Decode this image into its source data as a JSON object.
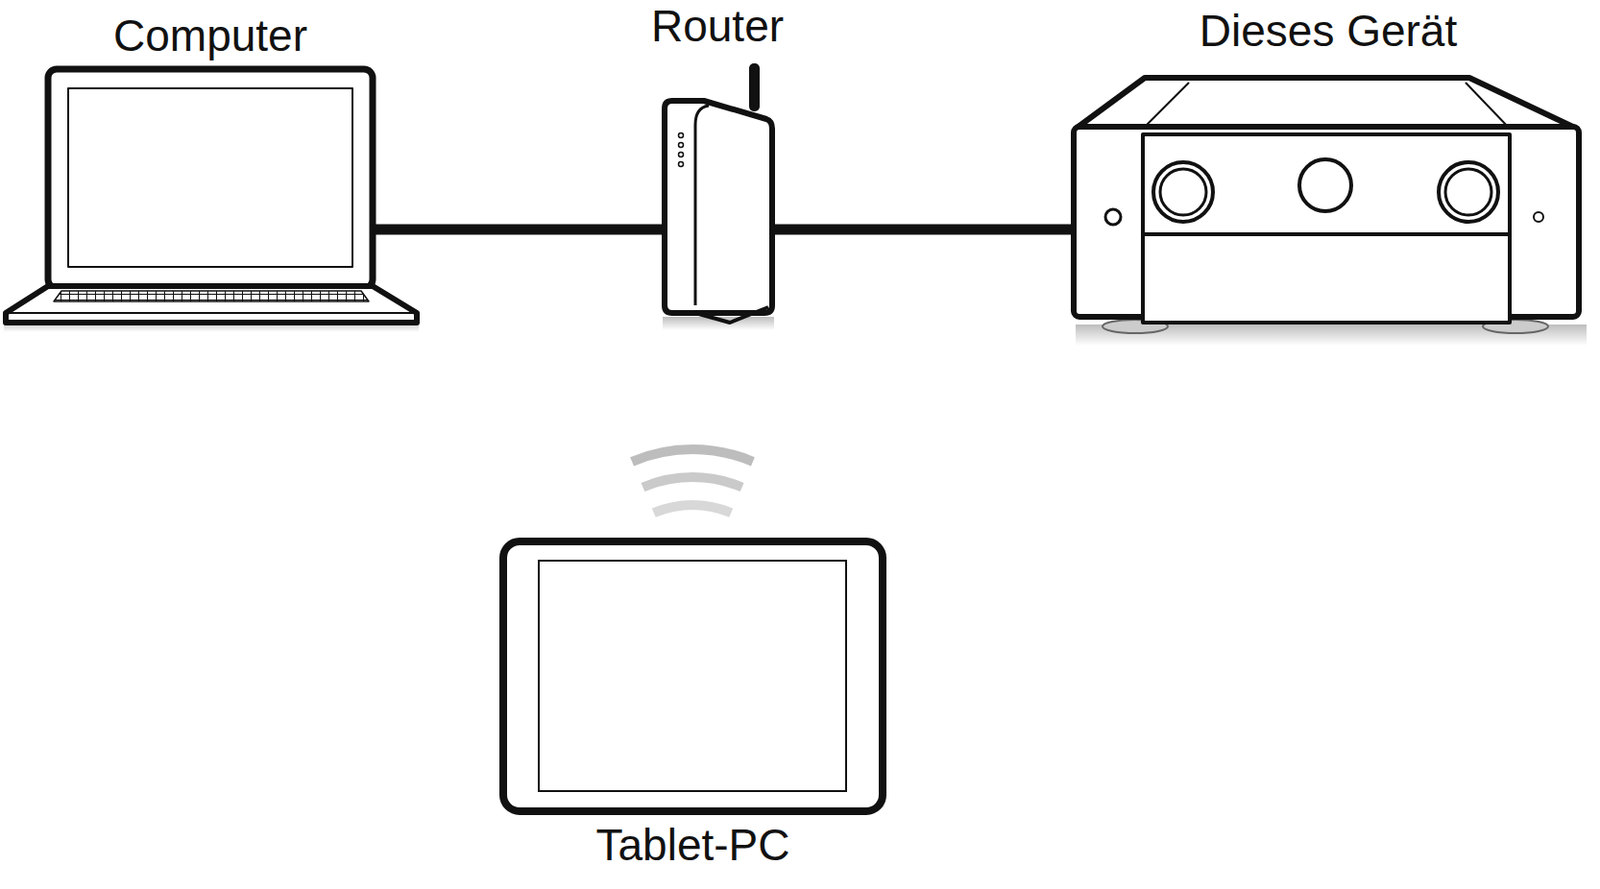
{
  "diagram": {
    "nodes": [
      {
        "text": [
          "Computer"
        ]
      },
      {
        "text": [
          "Router"
        ]
      },
      {
        "text": [
          "Dieses Gerät"
        ]
      },
      {
        "text": [
          "Tablet-PC"
        ]
      }
    ],
    "edges": [
      {
        "from": 0,
        "to": 1,
        "arrow": "none"
      },
      {
        "from": 1,
        "to": 2,
        "arrow": "none"
      }
    ]
  }
}
